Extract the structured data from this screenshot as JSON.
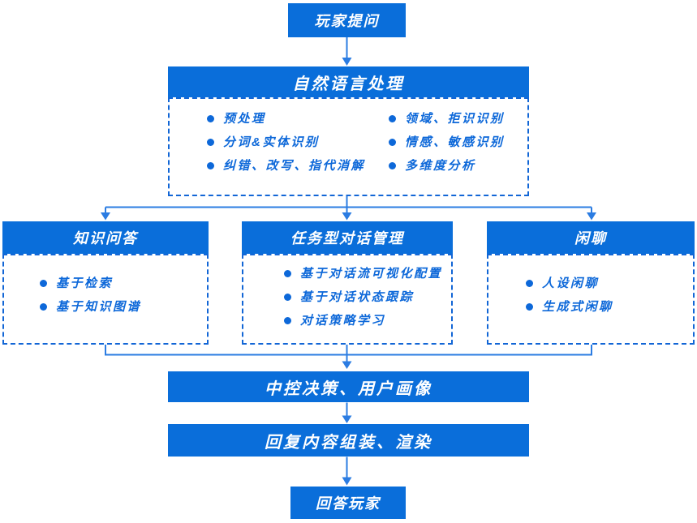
{
  "colors": {
    "primary_blue": "#0a6eda",
    "connector_blue": "#2b7ce2",
    "dashed_border_blue": "#1266d6",
    "item_text_blue": "#0d68d9",
    "node_text_white": "#ffffff",
    "background": "#ffffff"
  },
  "nodes": {
    "player_question": "玩家提问",
    "nlp": {
      "title": "自然语言处理",
      "columns": [
        {
          "items": [
            "预处理",
            "分词&实体识别",
            "纠错、改写、指代消解"
          ]
        },
        {
          "items": [
            "领域、拒识识别",
            "情感、敏感识别",
            "多维度分析"
          ]
        }
      ]
    },
    "branches": [
      {
        "title": "知识问答",
        "items": [
          "基于检索",
          "基于知识图谱"
        ]
      },
      {
        "title": "任务型对话管理",
        "items": [
          "基于对话流可视化配置",
          "基于对话状态跟踪",
          "对话策略学习"
        ]
      },
      {
        "title": "闲聊",
        "items": [
          "人设闲聊",
          "生成式闲聊"
        ]
      }
    ],
    "central_decision": "中控决策、用户画像",
    "reply_assembly": "回复内容组装、渲染",
    "answer_player": "回答玩家"
  }
}
